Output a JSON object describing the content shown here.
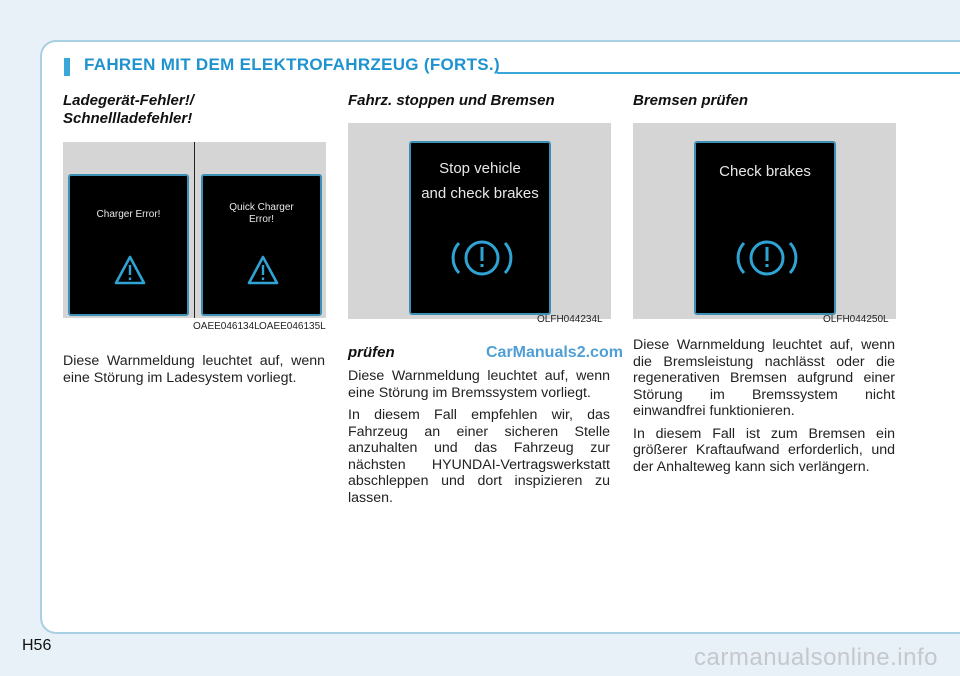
{
  "section": {
    "title": "FAHREN MIT DEM ELEKTROFAHRZEUG (FORTS.)"
  },
  "column1": {
    "heading_line1": "Ladegerät-Fehler!/",
    "heading_line2": "Schnellladefehler!",
    "screen_left": "Charger Error!",
    "screen_right_line1": "Quick Charger",
    "screen_right_line2": "Error!",
    "caption_left": "OAEE046134L",
    "caption_right": "OAEE046135L",
    "paragraph": "Diese Warnmeldung leuchtet auf, wenn eine Störung im Ladesystem vorliegt."
  },
  "column2": {
    "heading": "Fahrz. stoppen und Bremsen",
    "screen_line1": "Stop vehicle",
    "screen_line2": "and check brakes",
    "caption": "OLFH044234L",
    "subheading": "prüfen",
    "paragraph1": "Diese Warnmeldung leuchtet auf, wenn eine Störung im Bremssystem vorliegt.",
    "paragraph2": "In diesem Fall empfehlen wir, das Fahrzeug an einer sicheren Stelle anzuhalten und das Fahrzeug zur nächsten HYUNDAI-Vertragswerkstatt abschleppen und dort inspizieren zu lassen."
  },
  "column3": {
    "heading": "Bremsen prüfen",
    "screen_line1": "Check brakes",
    "caption": "OLFH044250L",
    "paragraph1": "Diese Warnmeldung leuchtet auf, wenn die Bremsleistung nachlässt oder die regenerativen Bremsen aufgrund einer Störung im Bremssystem nicht einwandfrei funktionieren.",
    "paragraph2": "In diesem Fall ist zum Bremsen ein größerer Kraftaufwand erforderlich, und der Anhalteweg kann sich verlängern."
  },
  "watermark": "CarManuals2.com",
  "page_number": "H56",
  "footer_watermark": "carmanualsonline.info",
  "colors": {
    "accent": "#1f93cf",
    "frame": "#a9cfe3",
    "screen_border": "#3d8fb6",
    "warning": "#2fa3d3"
  },
  "icons": [
    "warning-triangle-icon",
    "brake-warning-icon"
  ]
}
